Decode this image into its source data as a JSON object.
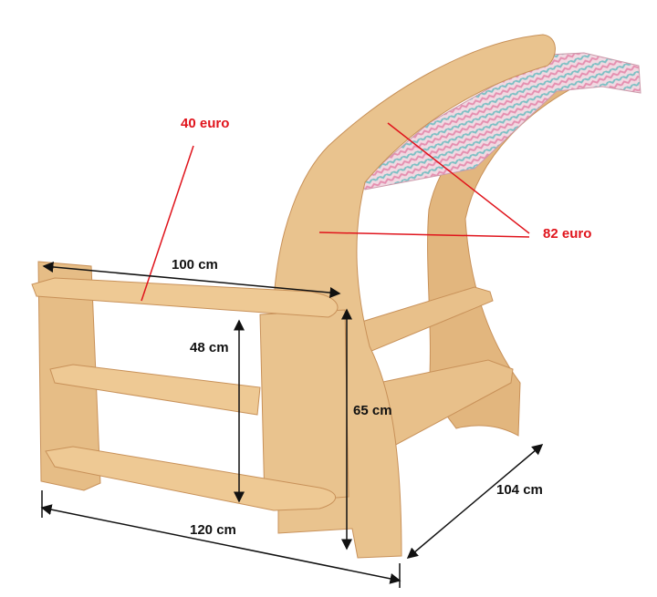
{
  "annotations": {
    "price_shelf": "40 euro",
    "price_canopy": "82 euro",
    "width_shelf": "100 cm",
    "height_inner": "48 cm",
    "height_total": "65 cm",
    "length_base": "120 cm",
    "depth": "104 cm"
  },
  "colors": {
    "wood": "#e9c38e",
    "wood_dark": "#c89159",
    "price_red": "#e0141c",
    "dimension_black": "#111111"
  }
}
